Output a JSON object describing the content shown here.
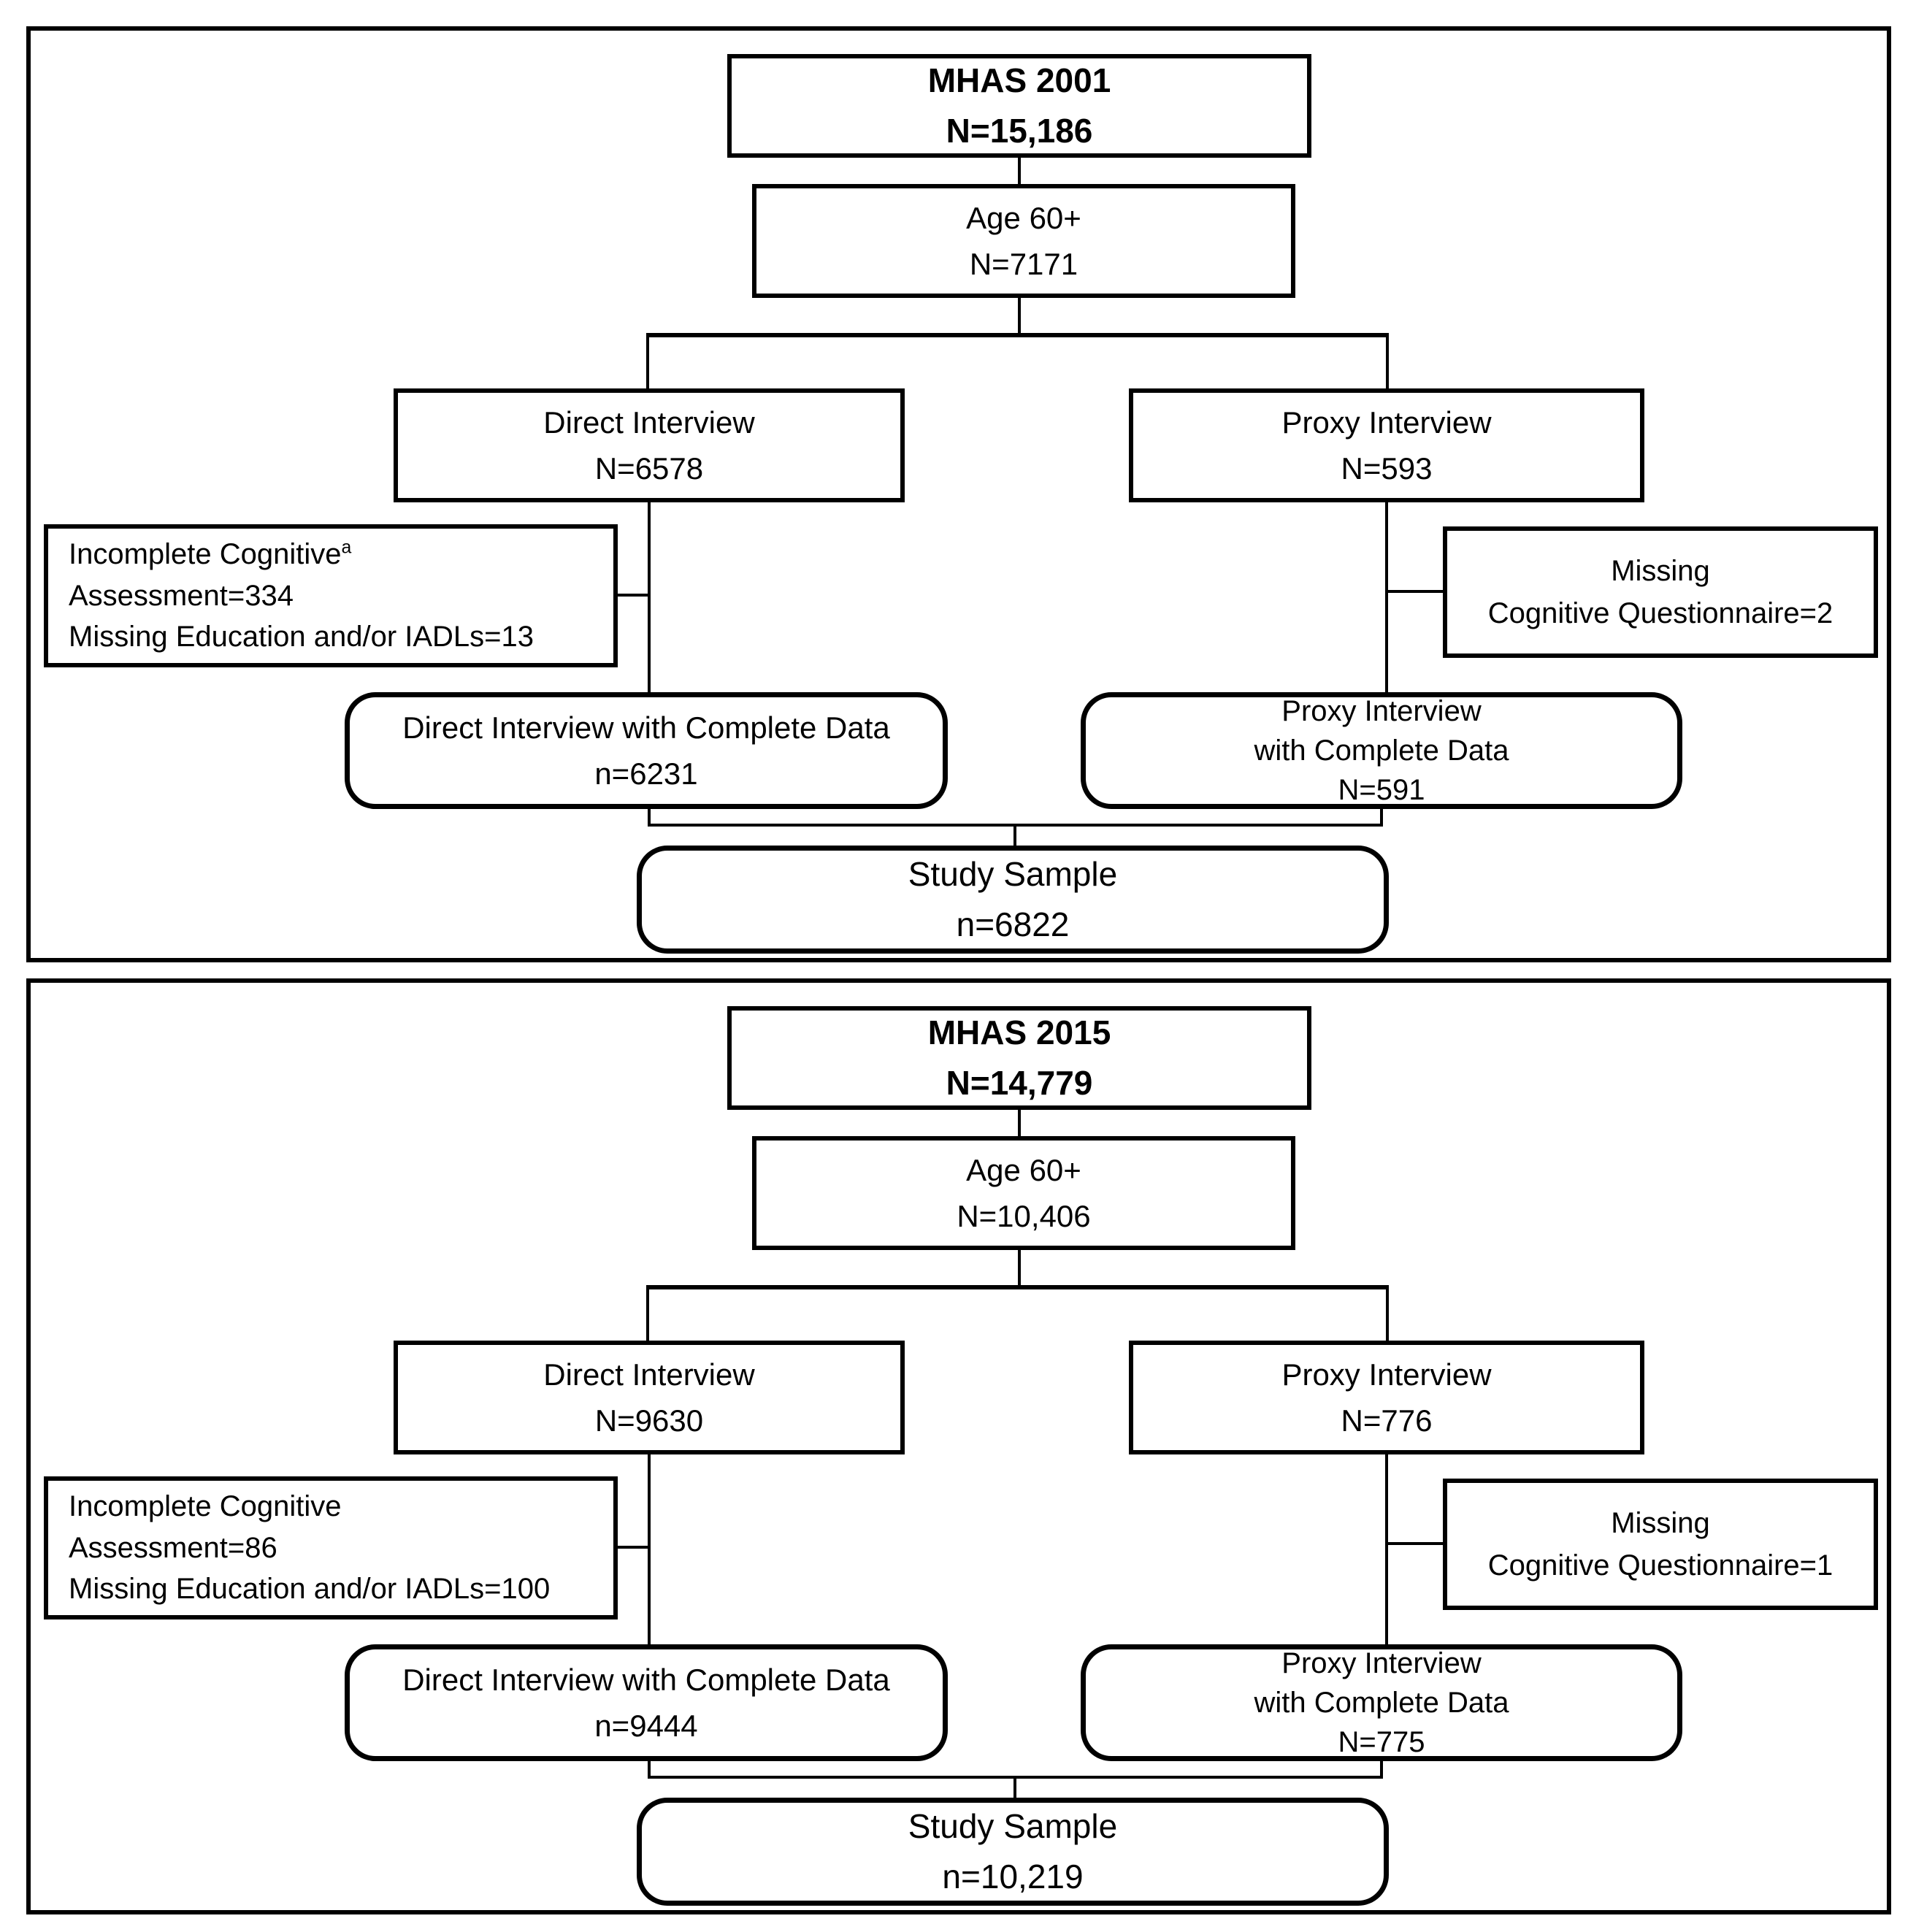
{
  "figure": {
    "description": "Study flow diagram, two stacked panels",
    "colors": {
      "line": "#000000",
      "background": "#ffffff"
    },
    "panels": [
      {
        "name": "MHAS 2001 panel",
        "header": {
          "title": "MHAS 2001",
          "n": "N=15,186"
        },
        "age": {
          "label": "Age 60+",
          "n": "N=7171"
        },
        "direct": {
          "label": "Direct Interview",
          "n": "N=6578"
        },
        "proxy": {
          "label": "Proxy Interview",
          "n": "N=593"
        },
        "direct_exclusion": {
          "line1": "Incomplete Cognitive",
          "superscript": "a",
          "line2": "Assessment=334",
          "line3": "Missing Education and/or IADLs=13"
        },
        "proxy_exclusion": {
          "line1": "Missing",
          "line2": "Cognitive Questionnaire=2"
        },
        "direct_complete": {
          "label": "Direct Interview with Complete Data",
          "n": "n=6231"
        },
        "proxy_complete": {
          "line1": "Proxy Interview",
          "line2": "with Complete Data",
          "n": "N=591"
        },
        "study_sample": {
          "label": "Study Sample",
          "n": "n=6822"
        }
      },
      {
        "name": "MHAS 2015 panel",
        "header": {
          "title": "MHAS 2015",
          "n": "N=14,779"
        },
        "age": {
          "label": "Age 60+",
          "n": "N=10,406"
        },
        "direct": {
          "label": "Direct Interview",
          "n": "N=9630"
        },
        "proxy": {
          "label": "Proxy Interview",
          "n": "N=776"
        },
        "direct_exclusion": {
          "line1": "Incomplete Cognitive",
          "superscript": "",
          "line2": "Assessment=86",
          "line3": "Missing Education and/or IADLs=100"
        },
        "proxy_exclusion": {
          "line1": "Missing",
          "line2": "Cognitive Questionnaire=1"
        },
        "direct_complete": {
          "label": "Direct Interview with Complete Data",
          "n": "n=9444"
        },
        "proxy_complete": {
          "line1": "Proxy Interview",
          "line2": "with Complete Data",
          "n": "N=775"
        },
        "study_sample": {
          "label": "Study Sample",
          "n": "n=10,219"
        }
      }
    ]
  }
}
